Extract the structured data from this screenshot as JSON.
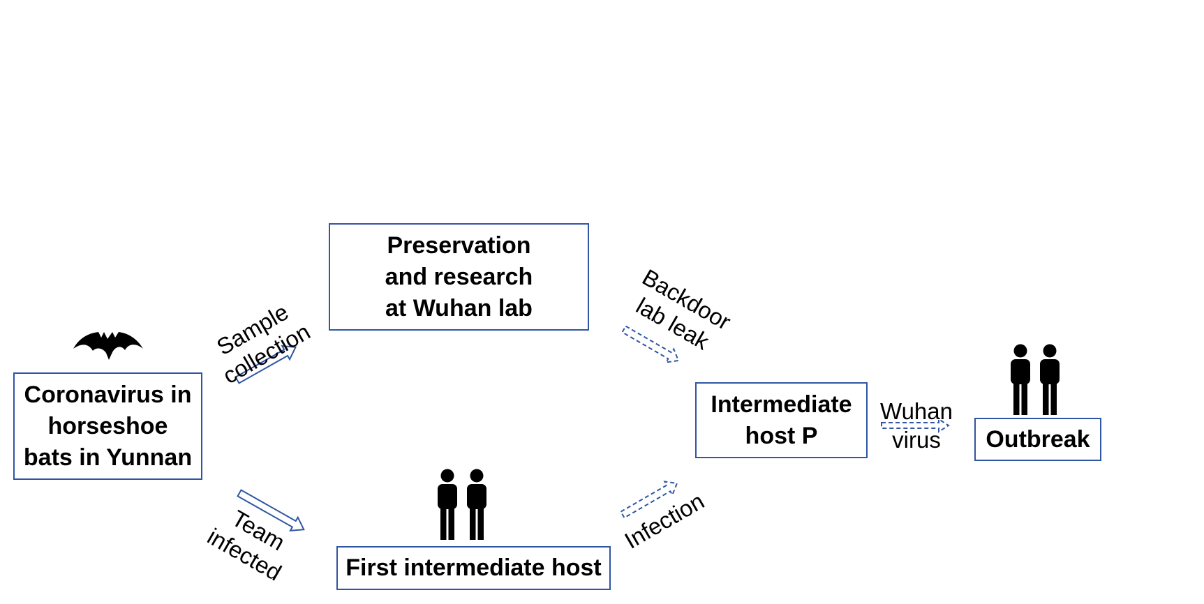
{
  "nodes": {
    "source": "Coronavirus in\nhorseshoe\nbats in Yunnan",
    "lab": "Preservation\nand research\nat Wuhan lab",
    "first_host": "First intermediate host",
    "host_p": "Intermediate\nhost P",
    "outbreak": "Outbreak"
  },
  "edges": {
    "sample": "Sample\ncollection",
    "team": "Team\ninfected",
    "backdoor": "Backdoor\nlab leak",
    "infection": "Infection",
    "wuhan": "Wuhan\nvirus"
  },
  "icons": {
    "bat": "bat-icon",
    "people_first_host": "people-icon",
    "people_outbreak": "people-icon"
  },
  "colors": {
    "box_border": "#2f55a4",
    "arrow": "#2f55a4",
    "icon": "#000000"
  }
}
